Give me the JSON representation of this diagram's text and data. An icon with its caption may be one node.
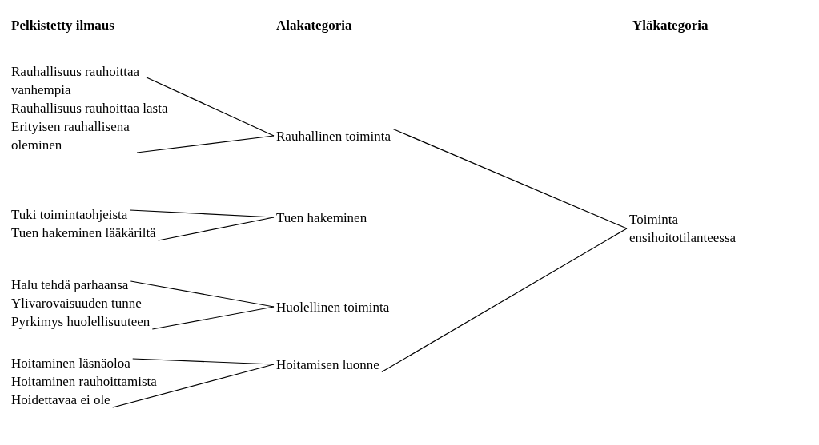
{
  "diagram": {
    "nodes": [
      {
        "text": [
          "Rauhallisuus rauhoittaa vanhempia"
        ]
      },
      {
        "text": [
          "Rauhallisuus rauhoittaa lasta"
        ]
      },
      {
        "text": [
          "Erityisen rauhallisena oleminen"
        ]
      },
      {
        "text": [
          "Tuki toimintaohjeista"
        ]
      },
      {
        "text": [
          "Tuen hakeminen lääkäriltä"
        ]
      },
      {
        "text": [
          "Halu tehdä parhaansa"
        ]
      },
      {
        "text": [
          "Ylivarovaisuuden tunne"
        ]
      },
      {
        "text": [
          "Pyrkimys huolellisuuteen"
        ]
      },
      {
        "text": [
          "Hoitaminen läsnäoloa"
        ]
      },
      {
        "text": [
          "Hoitaminen rauhoittamista"
        ]
      },
      {
        "text": [
          "Hoidettavaa ei ole"
        ]
      },
      {
        "text": [
          "Rauhallinen toiminta"
        ]
      },
      {
        "text": [
          "Tuen hakeminen"
        ]
      },
      {
        "text": [
          "Huolellinen toiminta"
        ]
      },
      {
        "text": [
          "Hoitamisen luonne"
        ]
      },
      {
        "text": [
          "Toiminta ensihoitotilanteessa"
        ]
      }
    ],
    "edges": [
      {
        "from": 0,
        "to": 11,
        "arrow": "none"
      },
      {
        "from": 2,
        "to": 11,
        "arrow": "none"
      },
      {
        "from": 3,
        "to": 12,
        "arrow": "none"
      },
      {
        "from": 4,
        "to": 12,
        "arrow": "none"
      },
      {
        "from": 5,
        "to": 13,
        "arrow": "none"
      },
      {
        "from": 7,
        "to": 13,
        "arrow": "none"
      },
      {
        "from": 8,
        "to": 14,
        "arrow": "none"
      },
      {
        "from": 10,
        "to": 14,
        "arrow": "none"
      },
      {
        "from": 11,
        "to": 15,
        "arrow": "none"
      },
      {
        "from": 14,
        "to": 15,
        "arrow": "none"
      }
    ],
    "labels": [
      "Pelkistetty ilmaus",
      "Alakategoria",
      "Yläkategoria"
    ]
  }
}
